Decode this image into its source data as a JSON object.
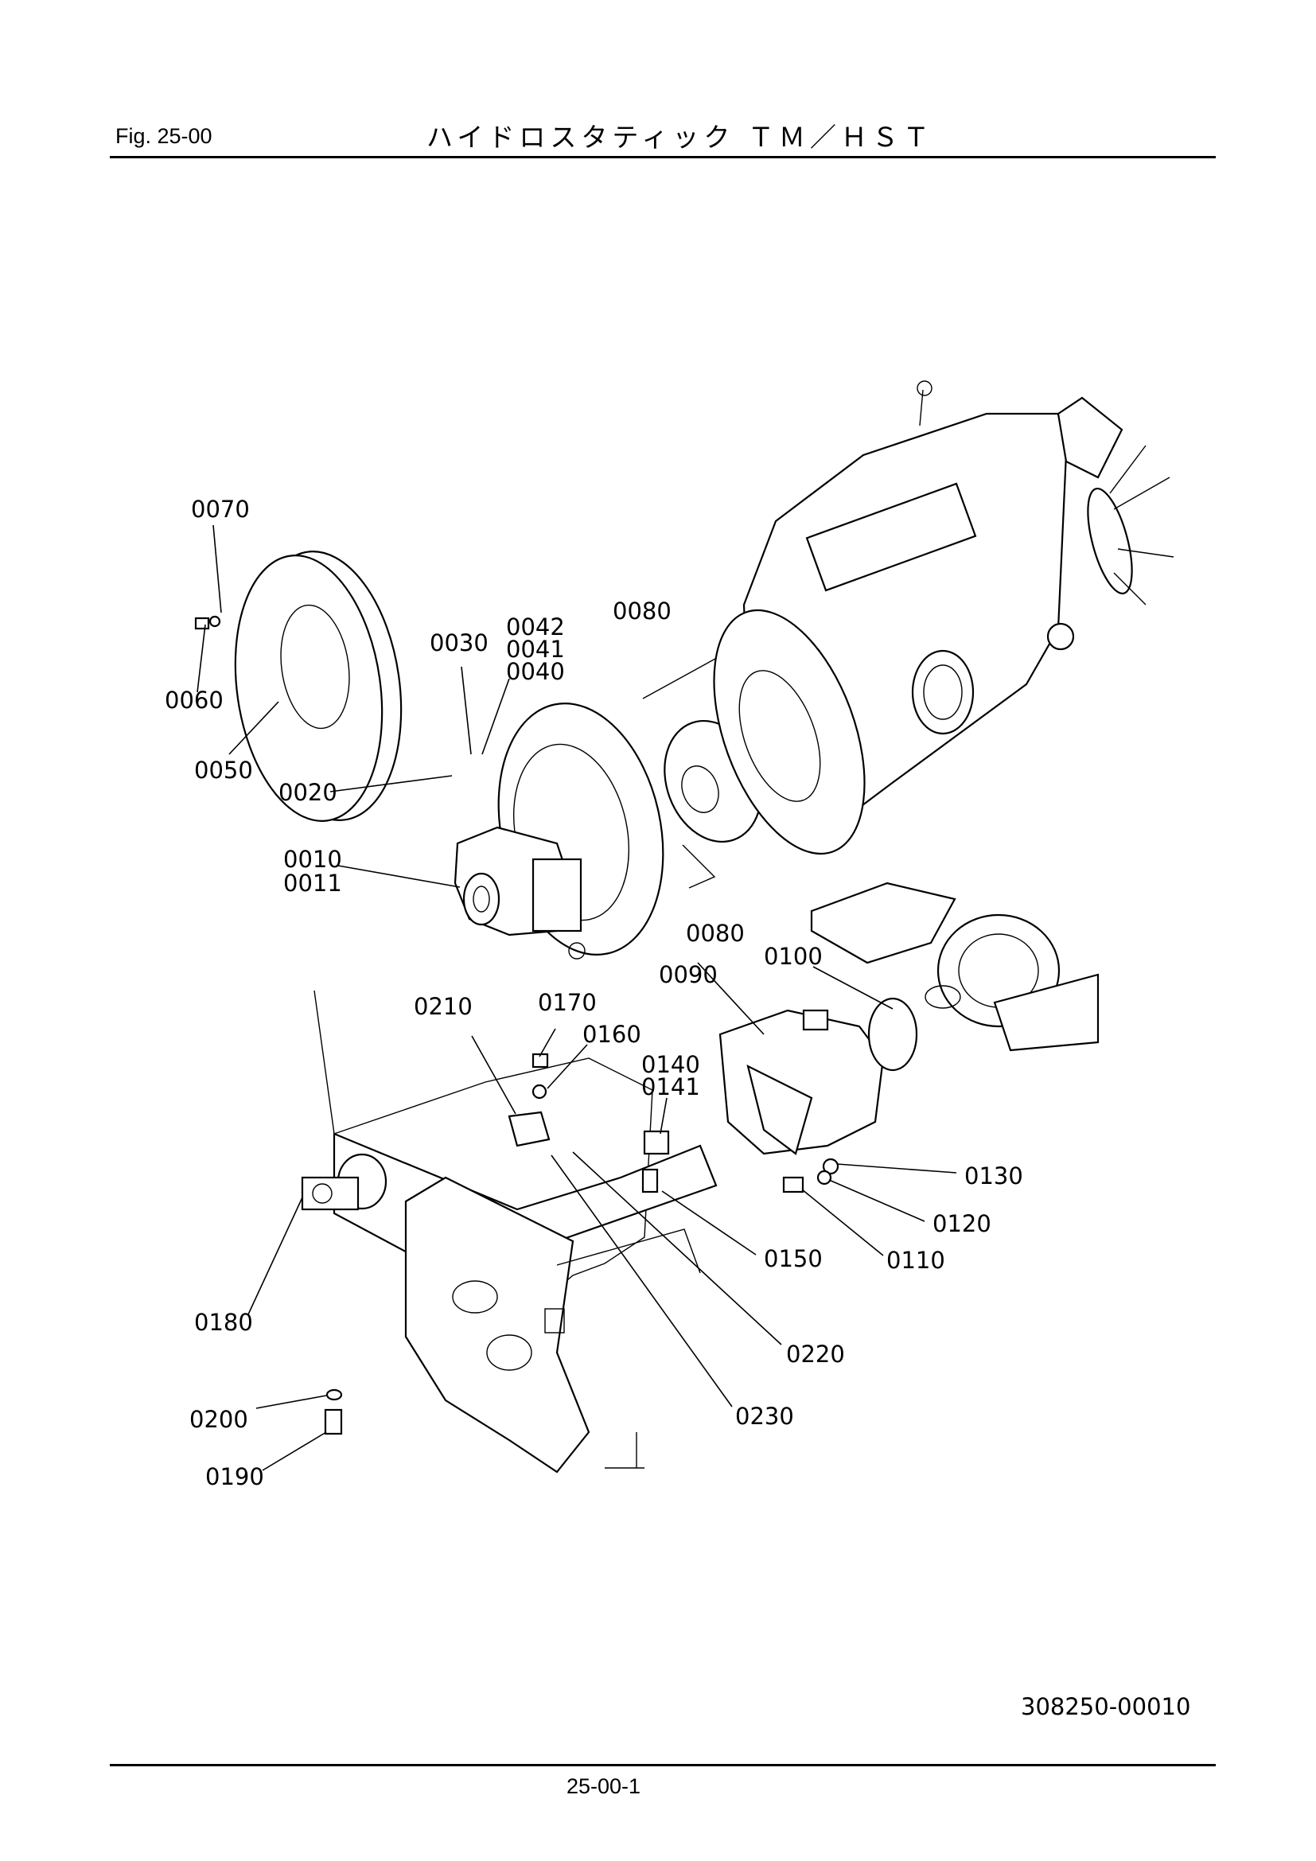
{
  "header": {
    "fig_label": "Fig.  25-00",
    "title": "ハイドロスタティック ＴＭ／ＨＳＴ"
  },
  "callouts": {
    "p0070": "0070",
    "p0060": "0060",
    "p0050": "0050",
    "p0030": "0030",
    "p0042": "0042",
    "p0041": "0041",
    "p0040": "0040",
    "p0080a": "0080",
    "p0020": "0020",
    "p0010": "0010",
    "p0011": "0011",
    "p0080b": "0080",
    "p0090": "0090",
    "p0100": "0100",
    "p0210": "0210",
    "p0170": "0170",
    "p0160": "0160",
    "p0140": "0140",
    "p0141": "0141",
    "p0130": "0130",
    "p0120": "0120",
    "p0150": "0150",
    "p0110": "0110",
    "p0180": "0180",
    "p0220": "0220",
    "p0200": "0200",
    "p0230": "0230",
    "p0190": "0190"
  },
  "footer": {
    "drawing_id": "308250-00010",
    "page_number": "25-00-1"
  }
}
